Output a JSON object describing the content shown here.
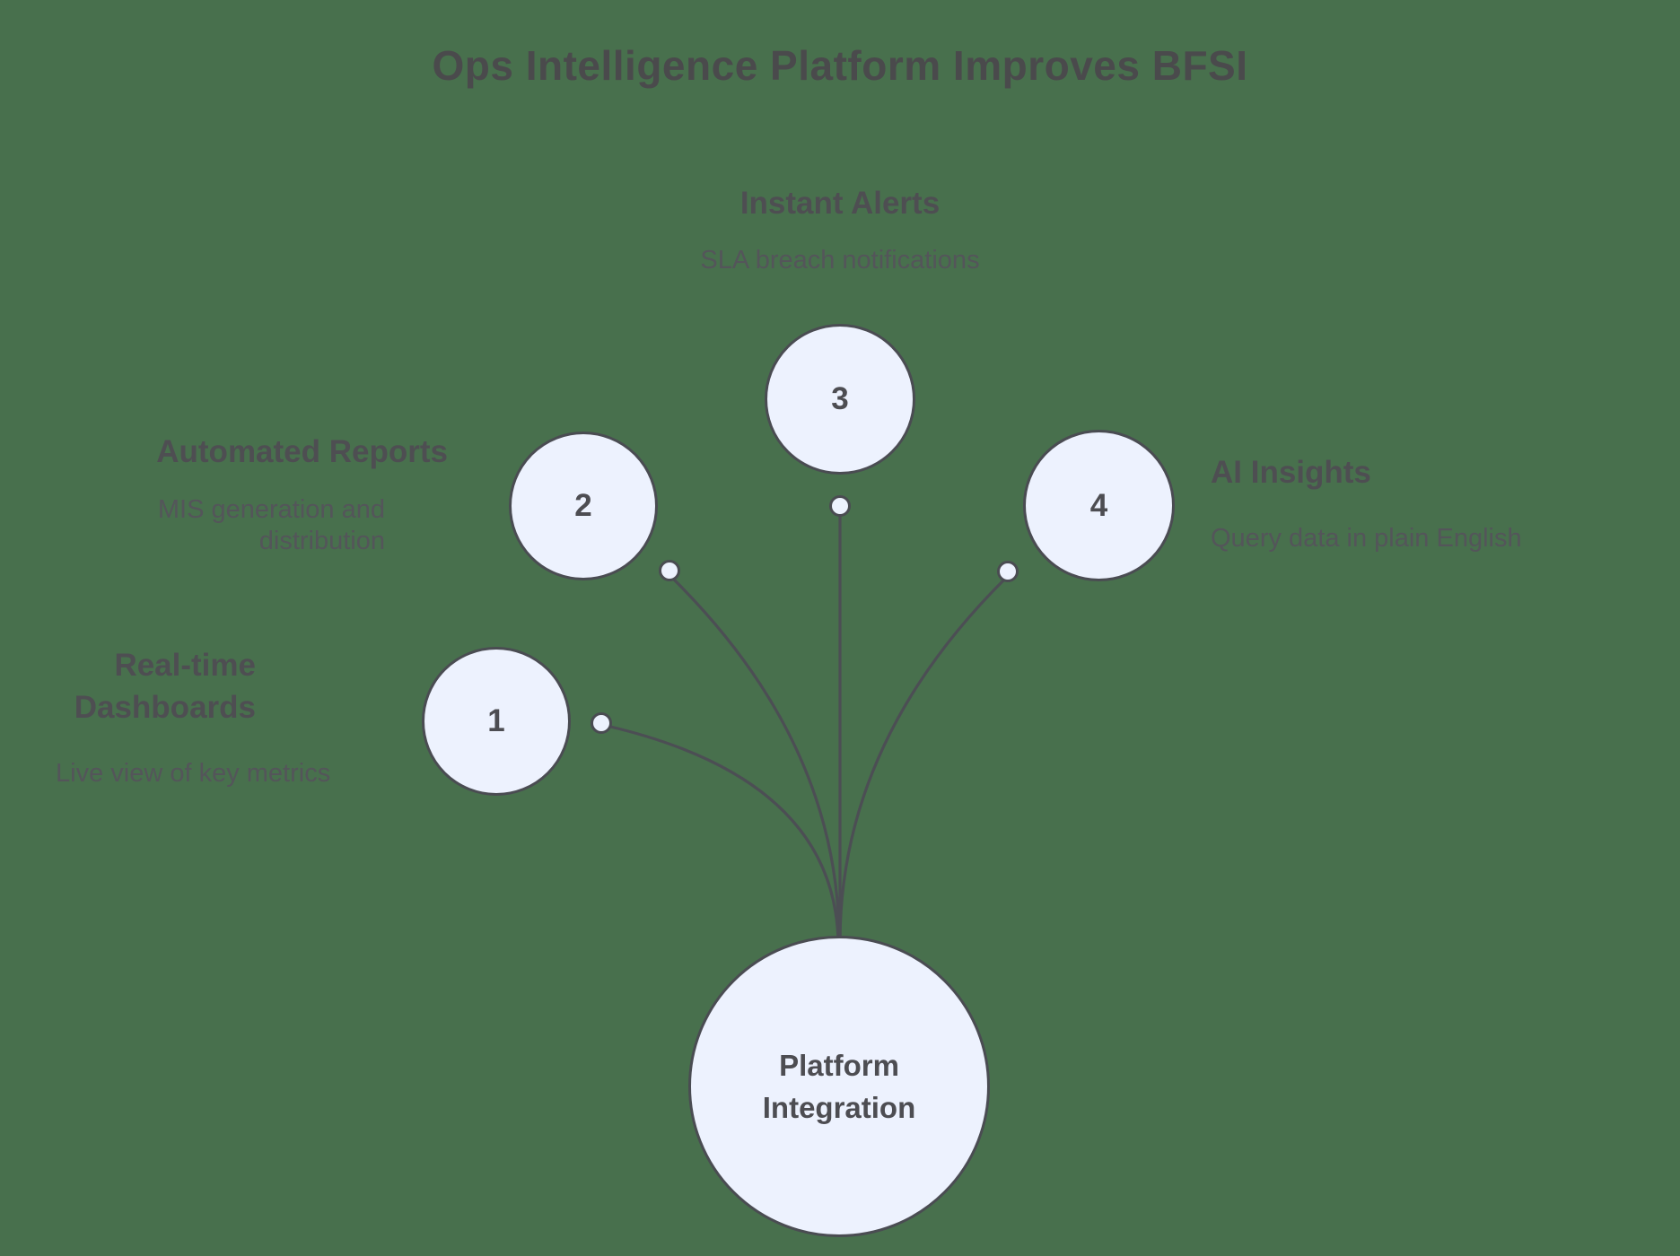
{
  "title": "Ops Intelligence Platform Improves BFSI",
  "center_node": {
    "label": "Platform\nIntegration"
  },
  "features": [
    {
      "number": "1",
      "title": "Real-time\nDashboards",
      "description": "Live view of key metrics"
    },
    {
      "number": "2",
      "title": "Automated Reports",
      "description": "MIS generation and\ndistribution"
    },
    {
      "number": "3",
      "title": "Instant Alerts",
      "description": "SLA breach notifications"
    },
    {
      "number": "4",
      "title": "AI Insights",
      "description": "Query data in plain English"
    }
  ],
  "colors": {
    "background": "#48704d",
    "node_fill": "#edf2fe",
    "node_stroke": "#4a4c52",
    "connector_line": "#4c4e54",
    "title_text": "#4a4a4c",
    "heading_text": "#4e4e52",
    "body_text": "#54555a"
  }
}
